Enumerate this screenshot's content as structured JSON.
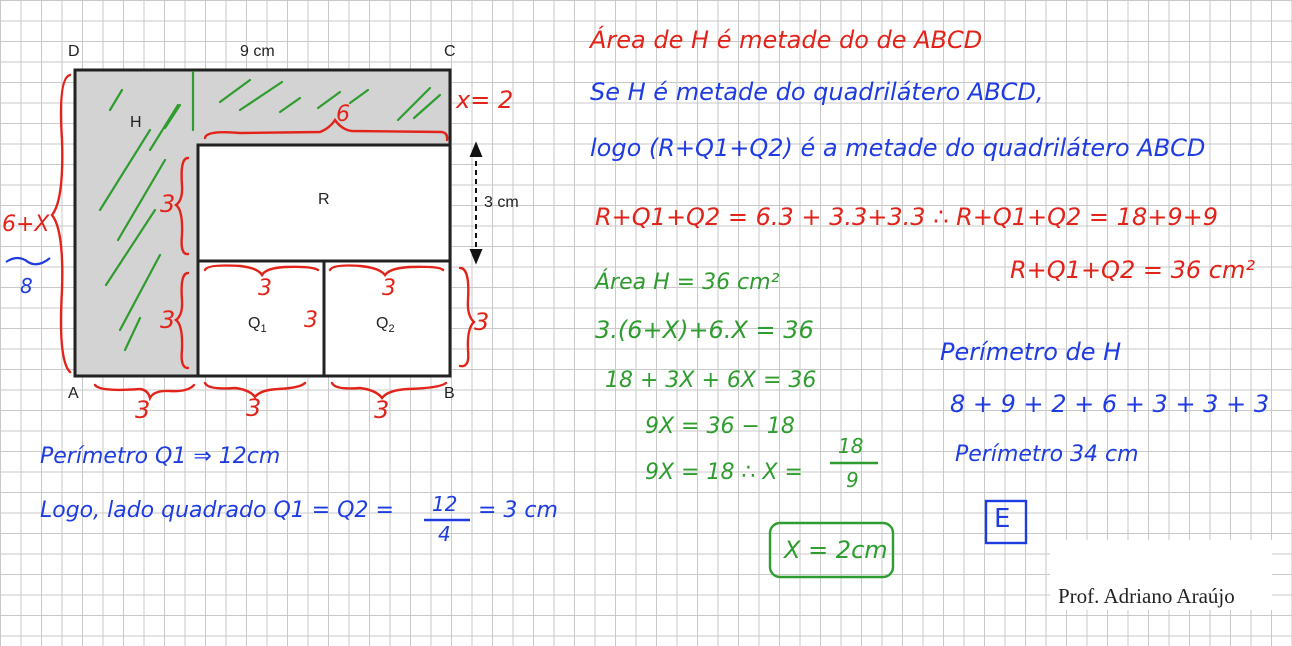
{
  "figure": {
    "vertices": {
      "D": "D",
      "C": "C",
      "A": "A",
      "B": "B"
    },
    "top_dimension": "9 cm",
    "right_dimension": "3 cm",
    "regions": {
      "H": "H",
      "R": "R",
      "Q1": "Q",
      "Q1_sub": "1",
      "Q2": "Q",
      "Q2_sub": "2"
    }
  },
  "annotations_on_figure": {
    "x_equals": "x= 2",
    "top_strip": "6",
    "left_side_expr": "6+X",
    "left_side_value": "8",
    "r_height": "3",
    "q1_height": "3",
    "q1_inner": "3",
    "q1_top": "3",
    "q2_top": "3",
    "q2_right": "3",
    "bottom_1": "3",
    "bottom_2": "3",
    "bottom_3": "3"
  },
  "notes": {
    "line1": "Área de H é metade do de ABCD",
    "line2": "Se H é metade do quadrilátero ABCD,",
    "line3": "logo (R+Q1+Q2) é a metade do quadrilátero ABCD",
    "line4": "R+Q1+Q2 = 6.3 + 3.3+3.3 ∴ R+Q1+Q2 = 18+9+9",
    "line5": "R+Q1+Q2 = 36 cm²",
    "area_h": "Área H = 36 cm²",
    "eq1": "3.(6+X)+6.X = 36",
    "eq2": "18 + 3X + 6X = 36",
    "eq3": "9X = 36 − 18",
    "eq4_left": "9X = 18 ∴  X =",
    "eq4_num": "18",
    "eq4_den": "9",
    "result": "X = 2cm",
    "perimeter_q1": "Perímetro Q1 ⇒ 12cm",
    "side_q": "Logo, lado quadrado Q1 = Q2 = ",
    "side_num": "12",
    "side_den": "4",
    "side_result": "= 3 cm",
    "perimeter_h_title": "Perímetro de H",
    "perimeter_h_sum": "8 + 9 + 2 + 6 + 3 + 3 + 3",
    "perimeter_h_result": "Perímetro 34 cm",
    "answer": "E"
  },
  "signature": {
    "name": "Prof. Adriano Araújo"
  }
}
